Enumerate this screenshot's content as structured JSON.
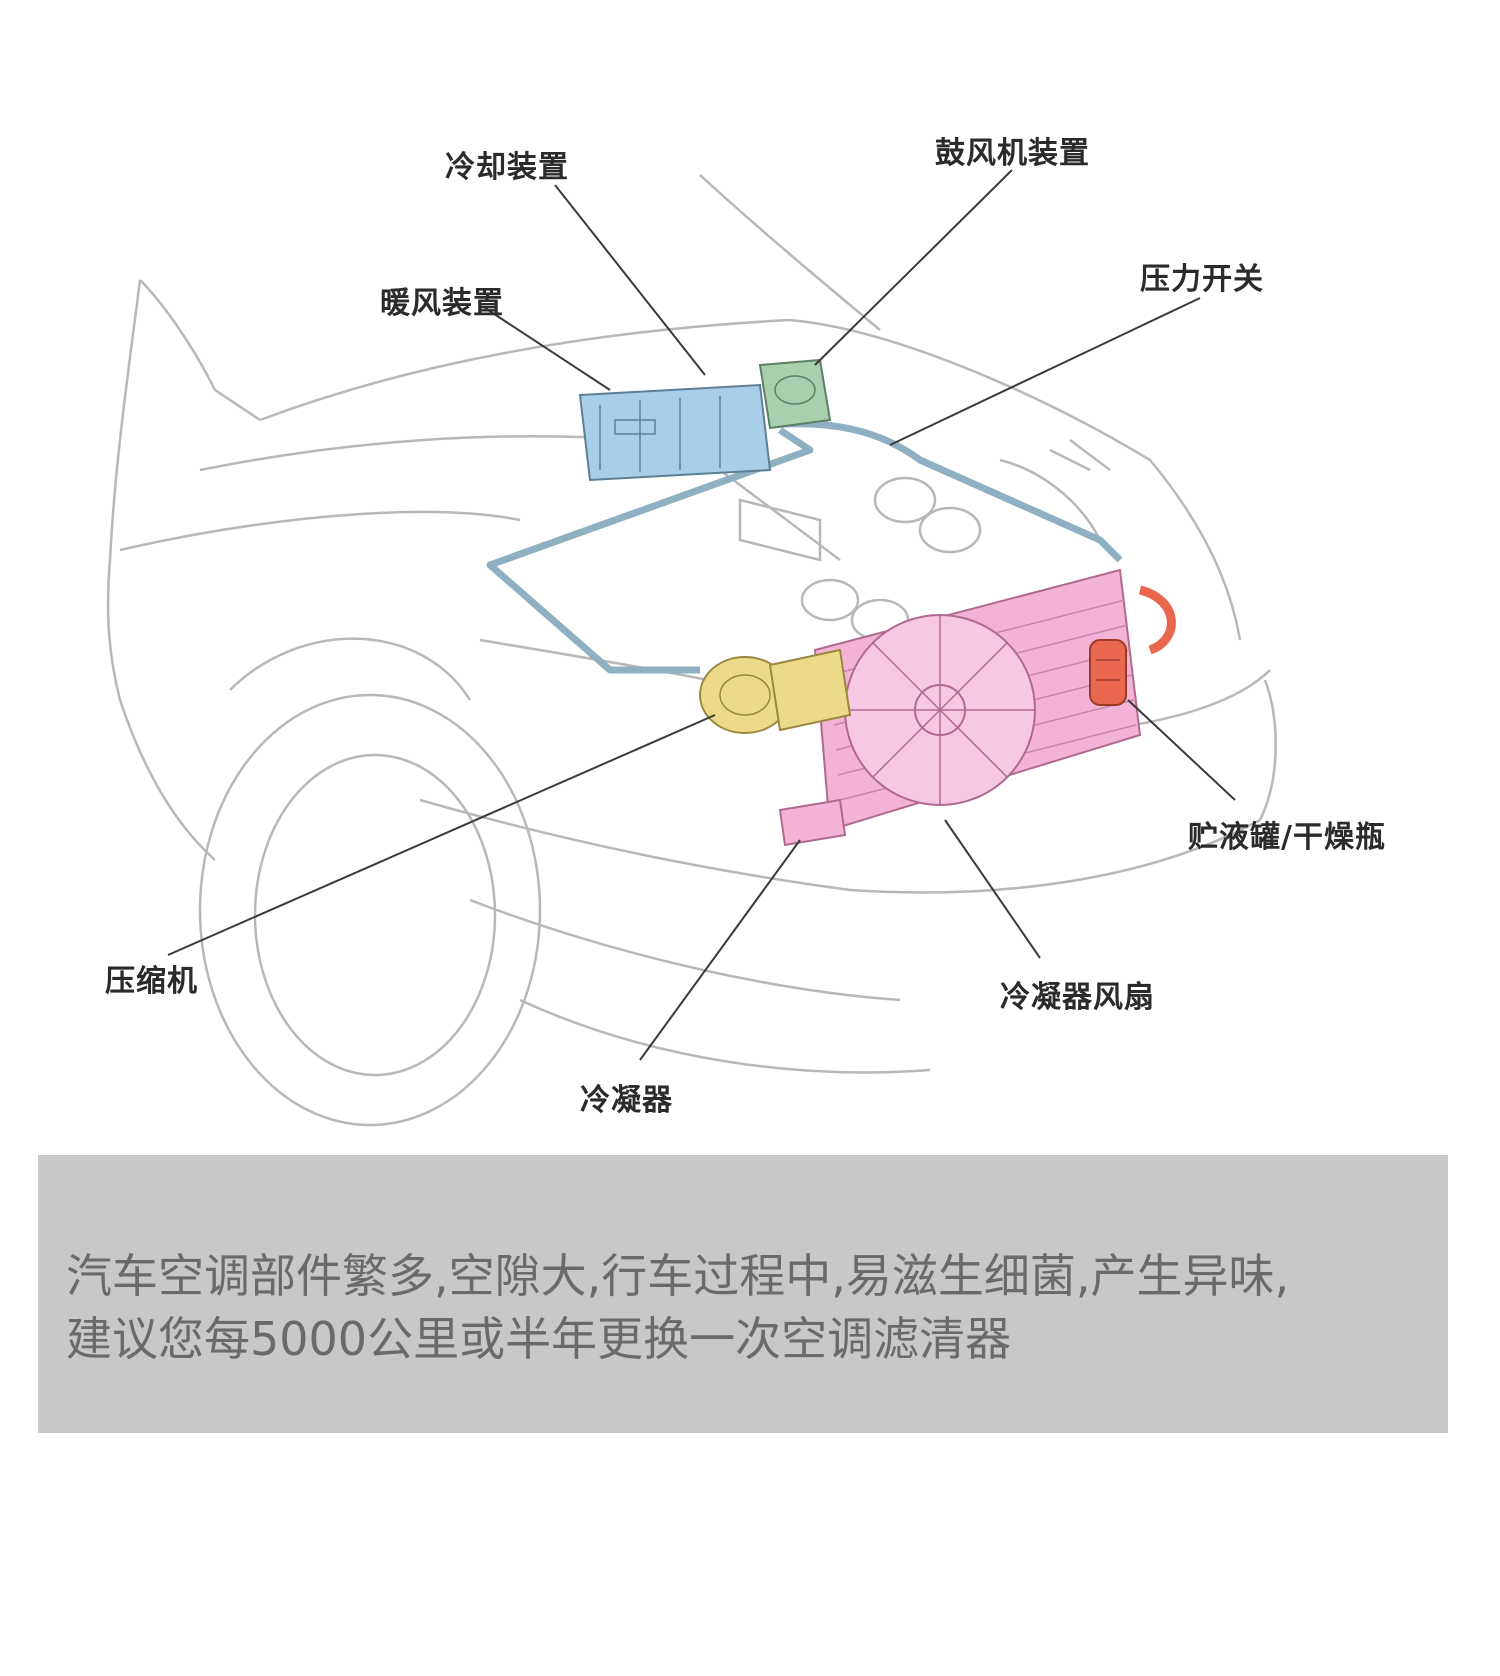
{
  "labels": {
    "cooling_unit": "冷却装置",
    "blower_unit": "鼓风机装置",
    "heater_unit": "暖风装置",
    "pressure_switch": "压力开关",
    "receiver_drier": "贮液罐/干燥瓶",
    "compressor": "压缩机",
    "condenser_fan": "冷凝器风扇",
    "condenser": "冷凝器"
  },
  "caption": {
    "line1": "汽车空调部件繁多,空隙大,行车过程中,易滋生细菌,产生异味,",
    "line2": "建议您每5000公里或半年更换一次空调滤清器"
  },
  "colors": {
    "heater_blue": "#a9cfe8",
    "blower_green": "#a8cfae",
    "condenser_pink": "#f2b3d6",
    "compressor_yellow": "#ecd98a",
    "drier_red": "#e8674e",
    "line_art": "#b8b8b8",
    "leader": "#3a3a3a",
    "caption_bg": "#c8c8c8",
    "caption_text": "#6a6a6a"
  }
}
